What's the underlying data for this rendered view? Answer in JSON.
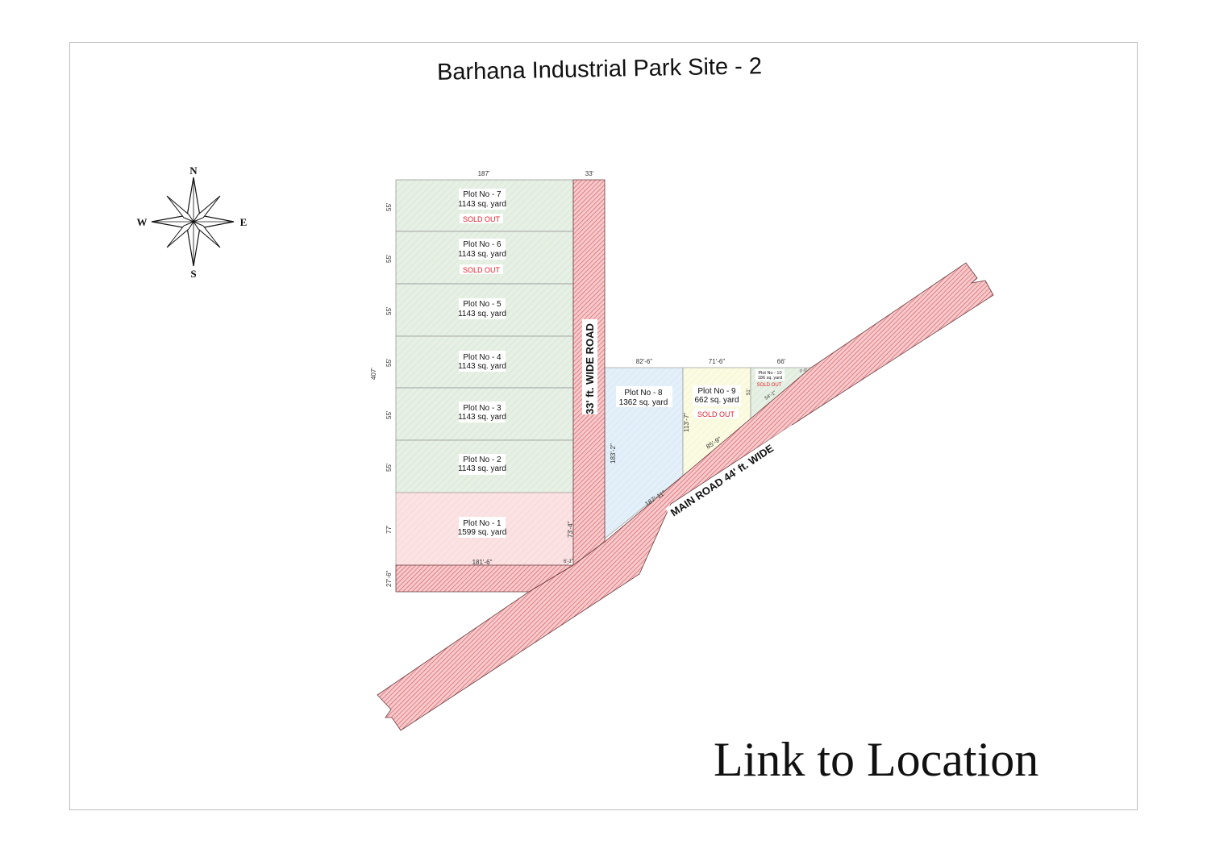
{
  "title": "Barhana Industrial Park Site - 2",
  "link_label": "Link to Location",
  "compass": {
    "n": "N",
    "s": "S",
    "e": "E",
    "w": "W",
    "icon": "compass-rose-icon"
  },
  "roads": {
    "side_road": "33' ft. WIDE ROAD",
    "main_road": "MAIN ROAD 44' ft. WIDE"
  },
  "plots": [
    {
      "id": "7",
      "name": "Plot No - 7",
      "area": "1143 sq. yard",
      "status": "SOLD OUT",
      "side": "55'"
    },
    {
      "id": "6",
      "name": "Plot No - 6",
      "area": "1143 sq. yard",
      "status": "SOLD OUT",
      "side": "55'"
    },
    {
      "id": "5",
      "name": "Plot No - 5",
      "area": "1143 sq. yard",
      "status": "",
      "side": "55'"
    },
    {
      "id": "4",
      "name": "Plot No - 4",
      "area": "1143 sq. yard",
      "status": "",
      "side": "55'"
    },
    {
      "id": "3",
      "name": "Plot No - 3",
      "area": "1143 sq. yard",
      "status": "",
      "side": "55'"
    },
    {
      "id": "2",
      "name": "Plot No - 2",
      "area": "1143 sq. yard",
      "status": "",
      "side": "55'"
    },
    {
      "id": "1",
      "name": "Plot No - 1",
      "area": "1599 sq. yard",
      "status": "",
      "side": "77'"
    },
    {
      "id": "8",
      "name": "Plot No - 8",
      "area": "1362 sq. yard",
      "status": ""
    },
    {
      "id": "9",
      "name": "Plot No - 9",
      "area": "662 sq. yard",
      "status": "SOLD OUT"
    },
    {
      "id": "10",
      "name": "Plot No - 10",
      "area": "186 sq. yard",
      "status": "SOLD OUT"
    }
  ],
  "dimensions": {
    "top_width": "187'",
    "road_width": "33'",
    "total_depth": "407'",
    "bottom_strip": "27'-6\"",
    "plot1_bottom": "181'-6\"",
    "plot1_right": "73'-4\"",
    "corner_small": "6'-1\"",
    "plot8_top": "82'-6\"",
    "plot9_top": "71'-6\"",
    "plot10_top": "66'",
    "plot8_left": "183'-2\"",
    "plot8_bottom": "187'-11\"",
    "plot9_left": "113'-7\"",
    "plot9_bottom": "85'-9\"",
    "plot10_left": "51'",
    "plot10_bottom": "54'-1\"",
    "plot10_right": "0'-0\""
  },
  "colors": {
    "plot_green": "#e4efe2",
    "plot_pink": "#fbe2e3",
    "plot_blue": "#e2eef8",
    "plot_yellow": "#fafae0",
    "road_fill": "#f3b8bb",
    "road_hatch": "#d7545b",
    "sold_red": "#e4232b"
  }
}
